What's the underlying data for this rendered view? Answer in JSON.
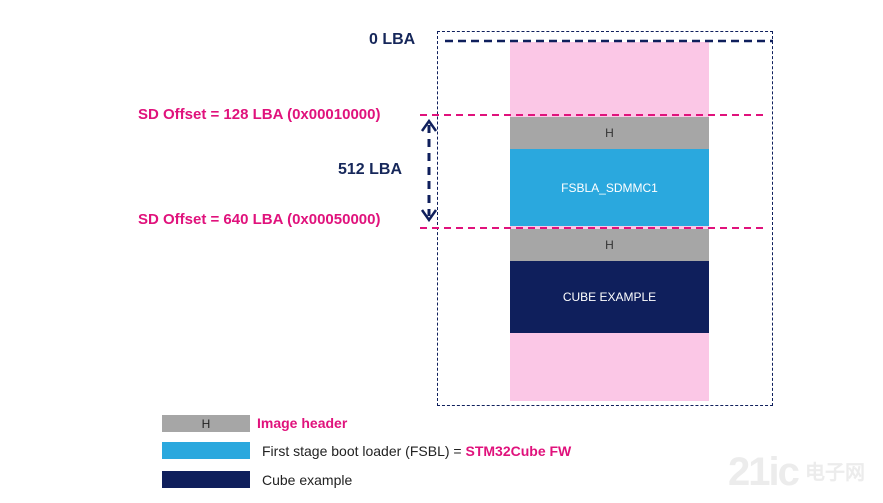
{
  "diagram": {
    "lba0_label": "0 LBA",
    "offset128_label": "SD Offset = 128 LBA (0x00010000)",
    "span_label": "512 LBA",
    "offset640_label": "SD Offset = 640 LBA (0x00050000)",
    "blocks": {
      "header1": "H",
      "fsbla": "FSBLA_SDMMC1",
      "header2": "H",
      "cube": "CUBE EXAMPLE"
    },
    "colors": {
      "navy": "#0f1f5c",
      "pink": "#e0127c",
      "light_pink": "#fbc7e6",
      "gray": "#a6a6a6",
      "cyan": "#2aa8de"
    }
  },
  "legend": {
    "header_box": "H",
    "header_label": "Image header",
    "fsbl_label": "First stage boot loader (FSBL) = ",
    "fsbl_highlight": "STM32Cube FW",
    "cube_label": "Cube example"
  },
  "watermark": {
    "logo": "21ic",
    "text": "电子网"
  }
}
